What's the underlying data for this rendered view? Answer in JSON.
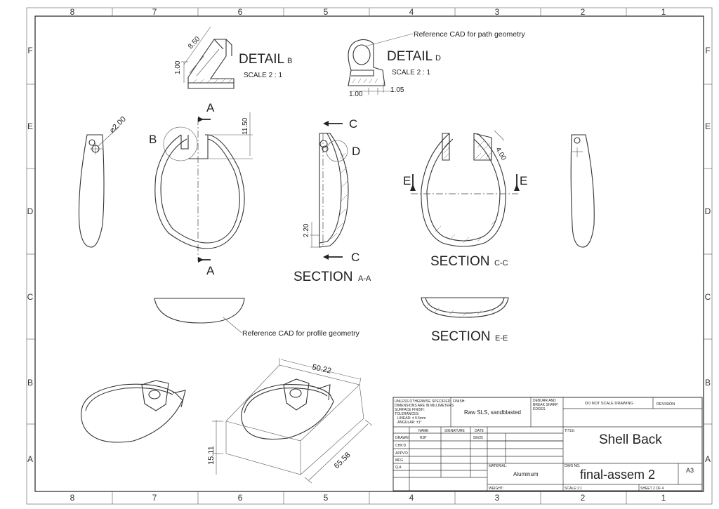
{
  "border": {
    "cols": [
      "8",
      "7",
      "6",
      "5",
      "4",
      "3",
      "2",
      "1"
    ],
    "rows": [
      "F",
      "E",
      "D",
      "C",
      "B",
      "A"
    ]
  },
  "details": {
    "b": {
      "title": "DETAIL",
      "letter": "B",
      "scale": "SCALE 2 : 1",
      "dim1": "8.50",
      "dim2": "1.00"
    },
    "d": {
      "title": "DETAIL",
      "letter": "D",
      "scale": "SCALE 2 : 1",
      "dim1": "1.00",
      "dim2": "1.05"
    }
  },
  "notes": {
    "path_ref": "Reference CAD for path geometry",
    "profile_ref": "Reference CAD for profile geometry"
  },
  "views": {
    "diameter": "⌀2.00",
    "height_dim": "11.50",
    "thk_dim": "2.20",
    "wall_dim": "4.00",
    "markers": {
      "a": "A",
      "b": "B",
      "c": "C",
      "d": "D",
      "e": "E"
    }
  },
  "sections": {
    "aa": {
      "name": "SECTION",
      "sub": "A-A"
    },
    "cc": {
      "name": "SECTION",
      "sub": "C-C"
    },
    "ee": {
      "name": "SECTION",
      "sub": "E-E"
    }
  },
  "iso": {
    "dim_w": "50.22",
    "dim_h": "15.11",
    "dim_d": "65.58"
  },
  "title_block": {
    "tolerance_note": [
      "UNLESS OTHERWISE SPECIFIED:",
      "DIMENSIONS ARE IN MILLIMETERS",
      "SURFACE FINISH:",
      "TOLERANCES:",
      "LINEAR: ± 0.5mm",
      "ANGULAR: ±1°"
    ],
    "finish_label": "FINISH:",
    "finish_value": "Raw SLS, sandblasted",
    "deburr": [
      "DEBURR AND",
      "BREAK SHARP",
      "EDGES"
    ],
    "no_scale": "DO NOT SCALE DRAWING",
    "revision": "REVISION",
    "col_name": "NAME",
    "col_signature": "SIGNATURE",
    "col_date": "DATE",
    "rows": [
      "DRAWN",
      "CHK'D",
      "APPV'D",
      "MFG",
      "Q.A"
    ],
    "drawn_name": "RJP",
    "drawn_date": "5/6/25",
    "title_label": "TITLE:",
    "title": "Shell Back",
    "material_label": "MATERIAL:",
    "material": "Aluminum",
    "dwg_label": "DWG NO.",
    "dwg_no": "final-assem 2",
    "size": "A3",
    "weight_label": "WEIGHT:",
    "scale_label": "SCALE:1:1",
    "sheet": "SHEET 2 OF 4"
  }
}
